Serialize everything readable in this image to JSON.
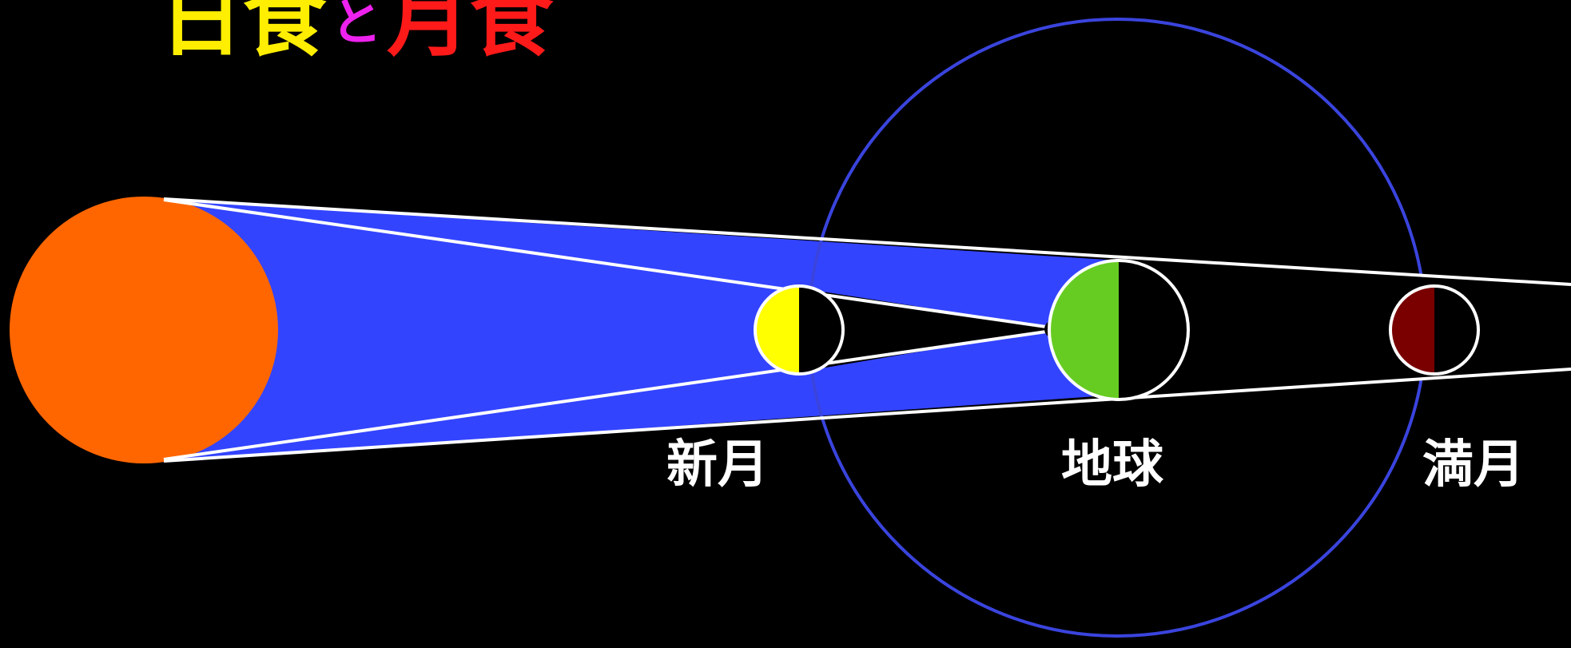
{
  "title": {
    "parts": [
      {
        "text": "日食",
        "color": "#ffee00"
      },
      {
        "text": "と",
        "color": "#ee22ee"
      },
      {
        "text": "月食",
        "color": "#ff1a1a"
      }
    ]
  },
  "labels": {
    "new_moon": "新月",
    "earth": "地球",
    "full_moon": "満月"
  },
  "colors": {
    "background": "#000000",
    "sun": "#ff6600",
    "light_cone": "#3344ff",
    "orbit": "#3a44dd",
    "new_moon_lit": "#ffff00",
    "earth_lit": "#66cc22",
    "eclipsed_moon": "#7a0000",
    "outline": "#ffffff"
  }
}
